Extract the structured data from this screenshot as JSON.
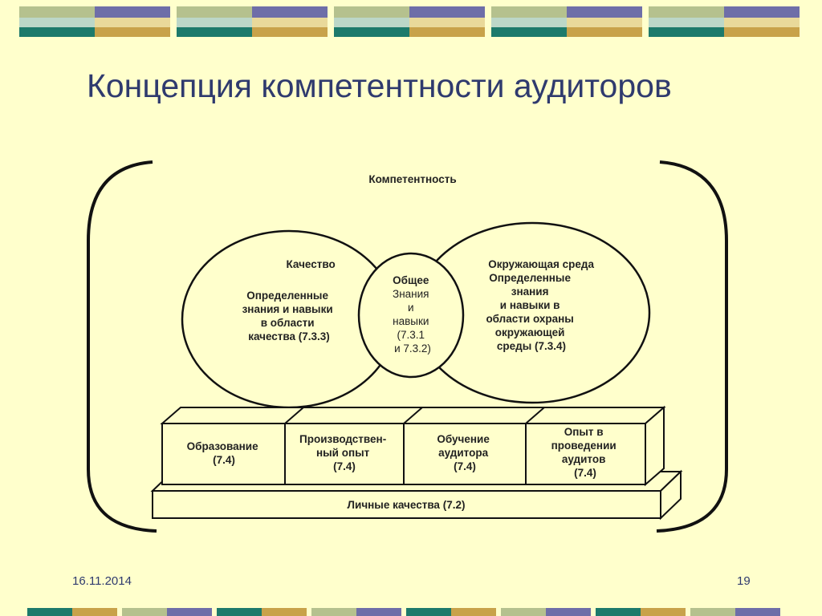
{
  "slide": {
    "title": "Концепция компетентности аудиторов",
    "date": "16.11.2014",
    "page_number": "19"
  },
  "colors": {
    "background": "#ffffcc",
    "title": "#2f3a6e",
    "band": [
      "#b5c18e",
      "#6e6ea8",
      "#bcd7c8",
      "#e9d99a",
      "#1d7a6b",
      "#c8a24a"
    ]
  },
  "diagram": {
    "heading": "Компетентность",
    "left_circle": {
      "lines": [
        "Качество",
        "",
        "Определенные",
        "знания и навыки",
        "в области",
        "качества (7.3.3)"
      ]
    },
    "middle_circle": {
      "lines": [
        "Общее",
        "Знания",
        "и",
        "навыки",
        "(7.3.1",
        "и 7.3.2)"
      ]
    },
    "right_circle": {
      "lines": [
        "Окружающая среда",
        "Определенные",
        "знания",
        "и навыки в",
        "области охраны",
        "окружающей",
        "среды (7.3.4)"
      ]
    },
    "blocks": [
      {
        "lines": [
          "Образование",
          "(7.4)"
        ]
      },
      {
        "lines": [
          "Производствен-",
          "ный опыт",
          "(7.4)"
        ]
      },
      {
        "lines": [
          "Обучение",
          "аудитора",
          "(7.4)"
        ]
      },
      {
        "lines": [
          "Опыт в",
          "проведении",
          "аудитов",
          "(7.4)"
        ]
      }
    ],
    "base": "Личные качества (7.2)"
  }
}
